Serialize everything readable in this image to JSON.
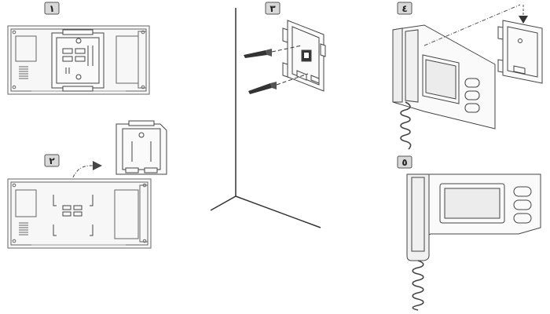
{
  "steps": [
    {
      "number": "١"
    },
    {
      "number": "٢"
    },
    {
      "number": "٣"
    },
    {
      "number": "٤"
    },
    {
      "number": "٥"
    }
  ],
  "colors": {
    "line": "#555555",
    "light_line": "#8a8a8a",
    "panel_fill": "#f4f4f4",
    "badge_fill": "#d9d9d9",
    "screw_dark": "#333333"
  }
}
